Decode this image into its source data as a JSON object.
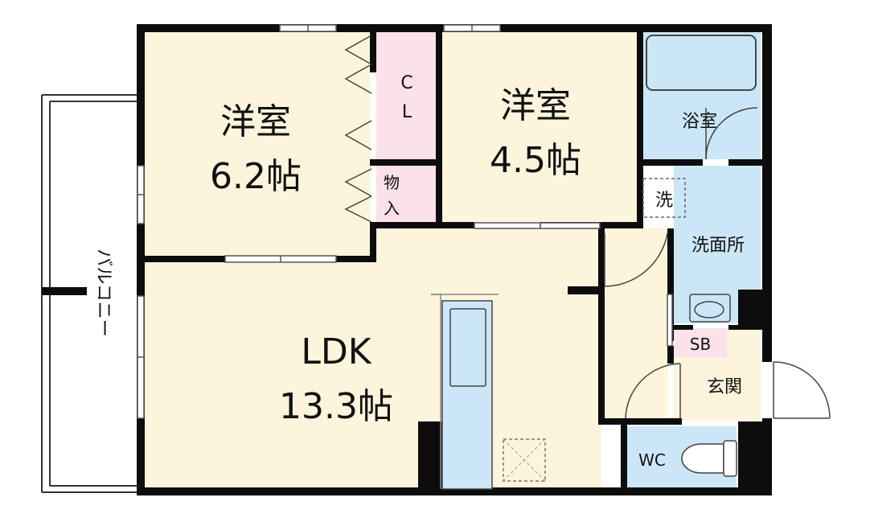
{
  "rooms": {
    "western1": {
      "name": "洋室",
      "size": "6.2帖"
    },
    "western2": {
      "name": "洋室",
      "size": "4.5帖"
    },
    "ldk": {
      "name": "LDK",
      "size": "13.3帖"
    },
    "closet": {
      "c": "C",
      "l": "L"
    },
    "storage": {
      "top": "物",
      "bottom": "入"
    },
    "bath": "浴室",
    "washroom": "洗面所",
    "washer": "洗",
    "shoebox": "SB",
    "entrance": "玄関",
    "toilet": "WC",
    "balcony": "バルコニー"
  },
  "colors": {
    "living": "#fcf5dc",
    "closet": "#fae1ea",
    "water": "#cbe7f7",
    "wall": "#0d0d0d",
    "background": "#ffffff"
  }
}
